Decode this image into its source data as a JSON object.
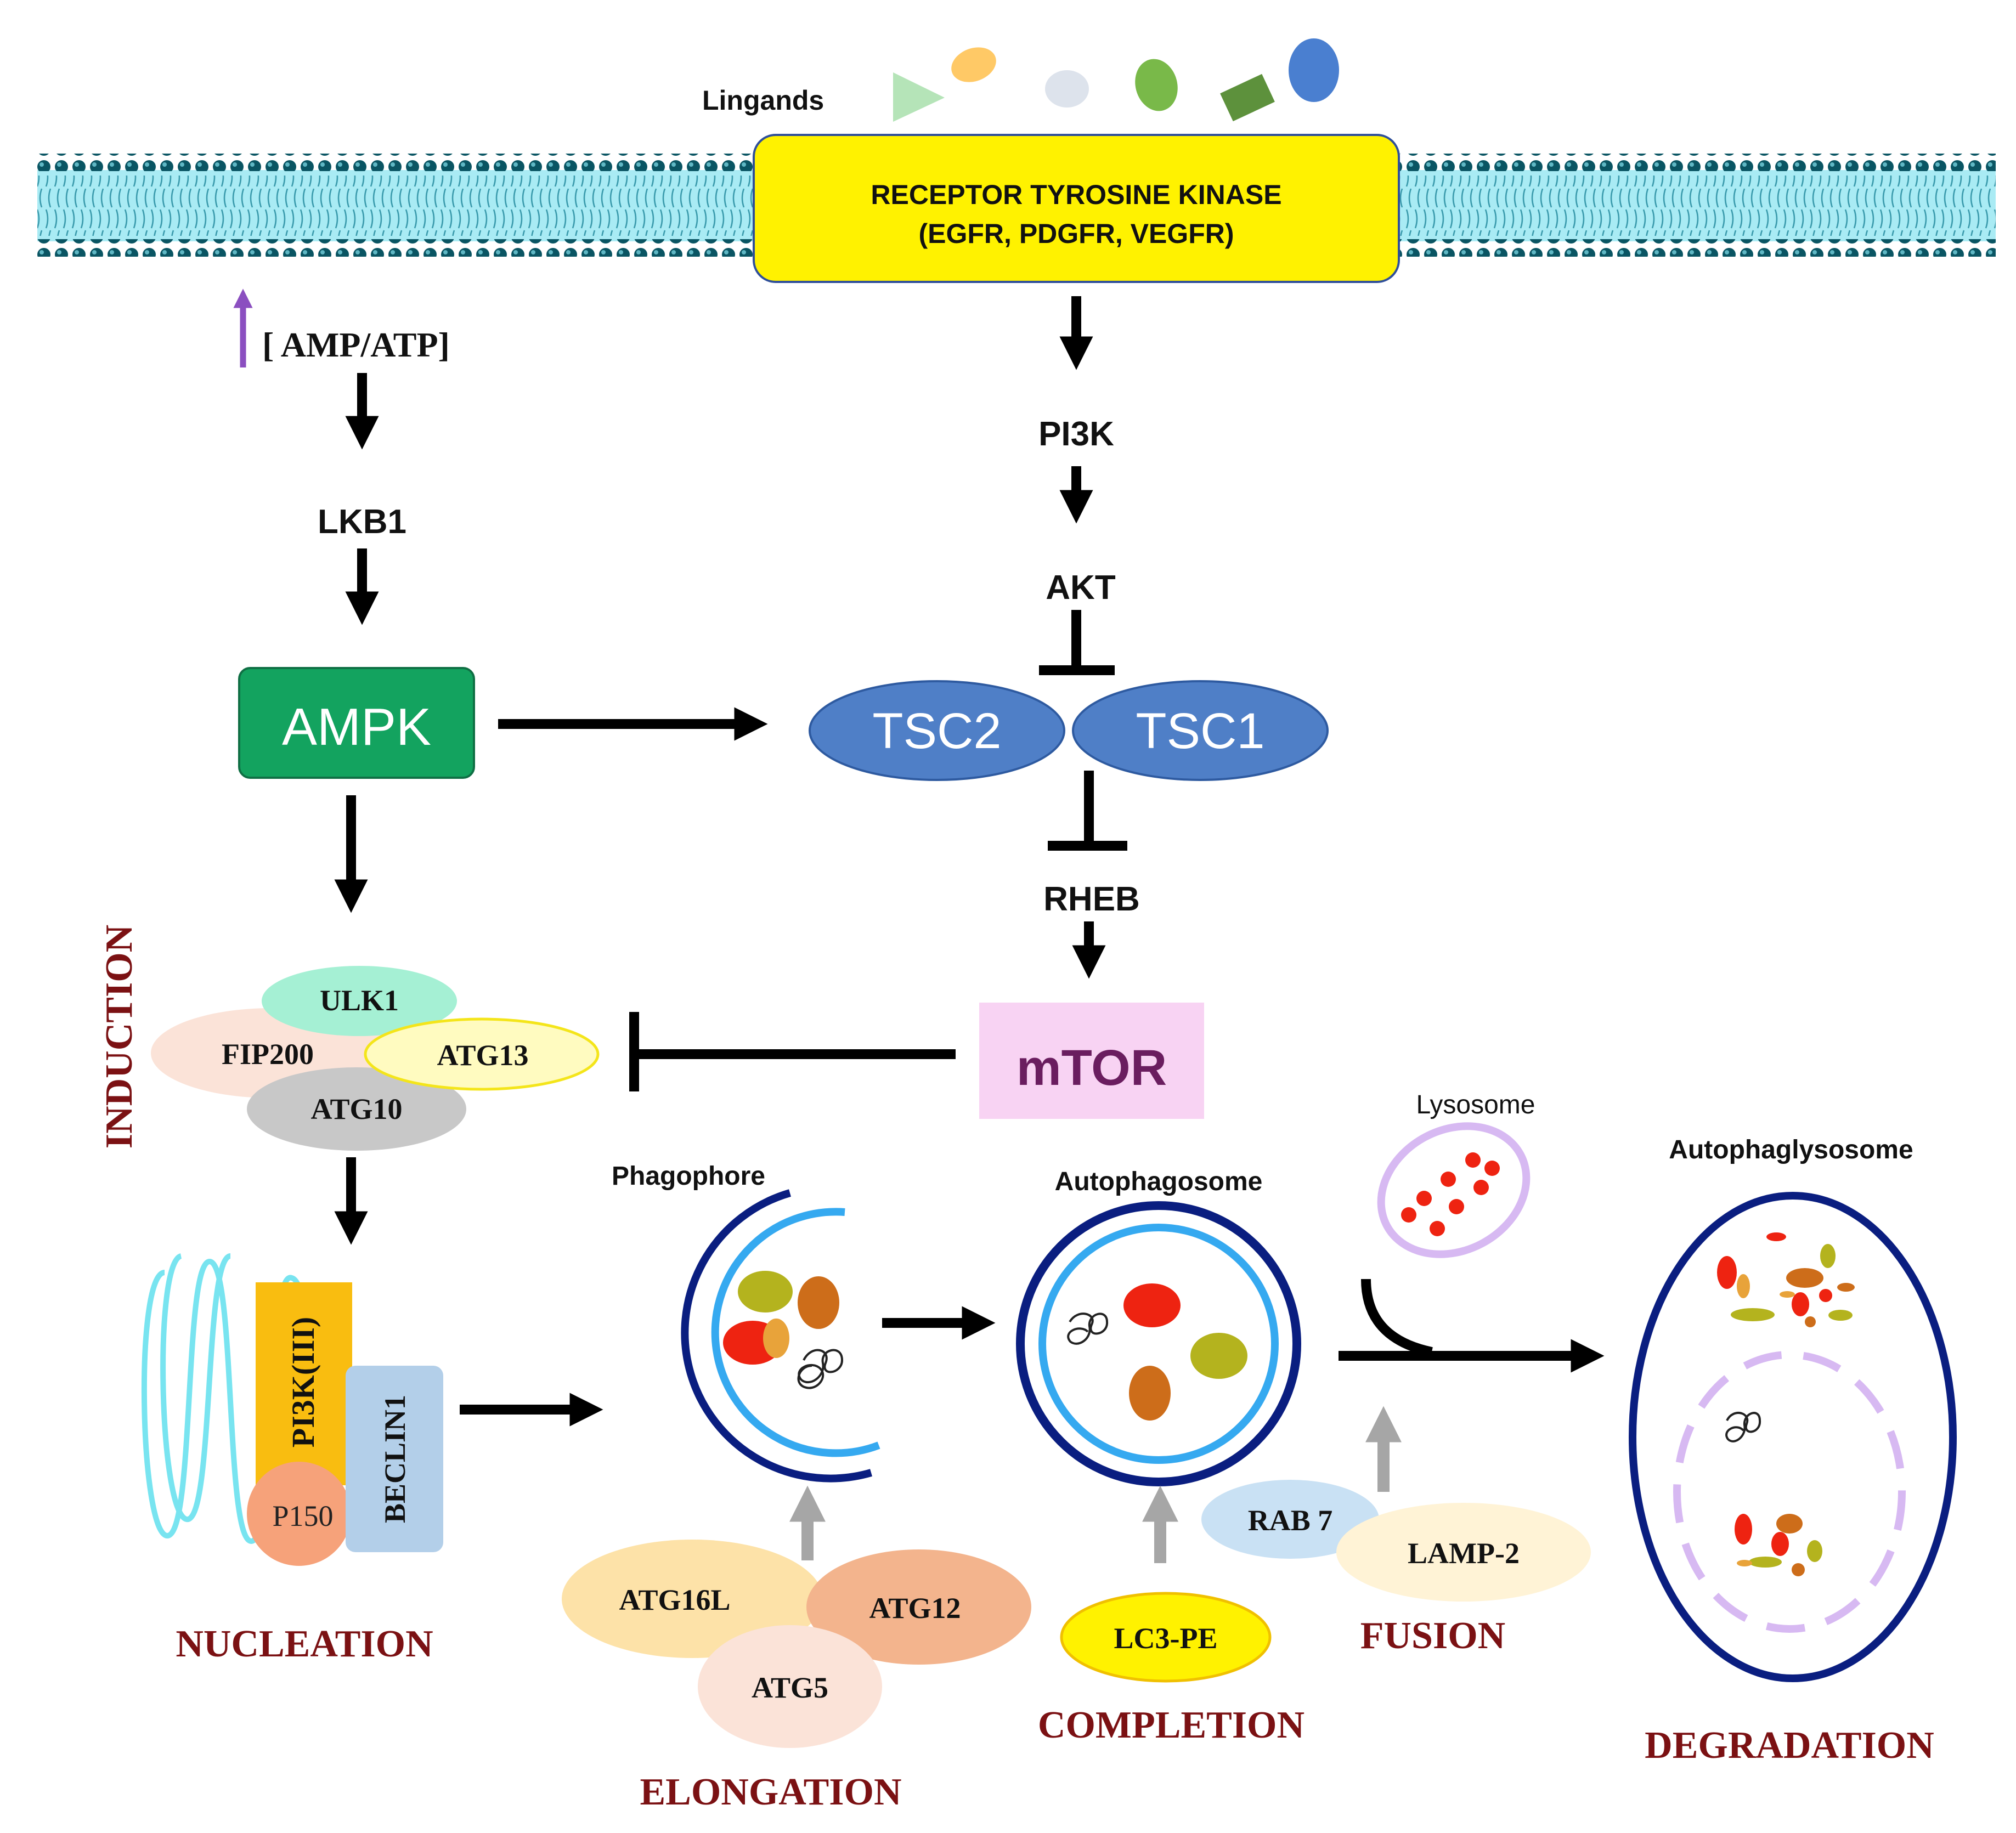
{
  "membrane": {
    "ligands_label": "Lingands",
    "receptor_line1": "RECEPTOR TYROSINE KINASE",
    "receptor_line2": "(EGFR, PDGFR, VEGFR)"
  },
  "energy": {
    "label": "[ AMP/ATP]"
  },
  "nodes": {
    "lkb1": "LKB1",
    "ampk": "AMPK",
    "pi3k": "PI3K",
    "akt": "AKT",
    "tsc2": "TSC2",
    "tsc1": "TSC1",
    "rheb": "RHEB",
    "mtor": "mTOR"
  },
  "complex_ulk": {
    "ulk1": "ULK1",
    "fip200": "FIP200",
    "atg13": "ATG13",
    "atg10": "ATG10"
  },
  "complex_nucleation": {
    "pi3k3": "PI3K(III)",
    "beclin1": "BECLIN1",
    "p150": "P150"
  },
  "complex_elongation": {
    "atg16l": "ATG16L",
    "atg12": "ATG12",
    "atg5": "ATG5"
  },
  "completion": {
    "lc3": "LC3-PE"
  },
  "fusion_proteins": {
    "rab7": "RAB 7",
    "lamp2": "LAMP-2"
  },
  "organelles": {
    "phagophore": "Phagophore",
    "autophagosome": "Autophagosome",
    "lysosome": "Lysosome",
    "autolysosome": "Autophaglysosome"
  },
  "stages": {
    "induction": "INDUCTION",
    "nucleation": "NUCLEATION",
    "elongation": "ELONGATION",
    "completion": "COMPLETION",
    "fusion": "FUSION",
    "degradation": "DEGRADATION"
  },
  "colors": {
    "ampk_fill": "#13a35f",
    "tsc_fill": "#4f7fc7",
    "receptor_fill": "#fff200",
    "mtor_fill": "#f8d3f3",
    "mtor_text": "#6a1d5f",
    "stage_text": "#7b1113",
    "membrane_fill": "#a9ebf4",
    "membrane_bead": "#0a5563",
    "up_arrow": "#8b4fc0"
  }
}
